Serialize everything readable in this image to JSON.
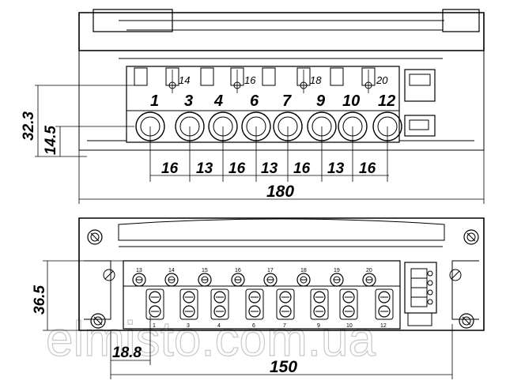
{
  "top_view": {
    "terminal_labels": [
      "1",
      "3",
      "4",
      "6",
      "7",
      "9",
      "10",
      "12"
    ],
    "aux_labels": [
      "14",
      "16",
      "18",
      "20"
    ],
    "spacing_labels": [
      "16",
      "13",
      "16",
      "13",
      "16",
      "13",
      "16"
    ],
    "dim_total_width": "180",
    "dim_height_a": "32.3",
    "dim_height_b": "14.5"
  },
  "bottom_view": {
    "aux_labels": [
      "13",
      "14",
      "15",
      "16",
      "17",
      "18",
      "19",
      "20"
    ],
    "terminal_labels": [
      "1",
      "3",
      "4",
      "6",
      "7",
      "9",
      "10",
      "12"
    ],
    "dim_total_width": "150",
    "dim_height": "36.5",
    "dim_offset": "18.8"
  },
  "watermark": "elmisto.com.ua",
  "colors": {
    "line": "#000000",
    "watermark": "#c8c8c8"
  }
}
